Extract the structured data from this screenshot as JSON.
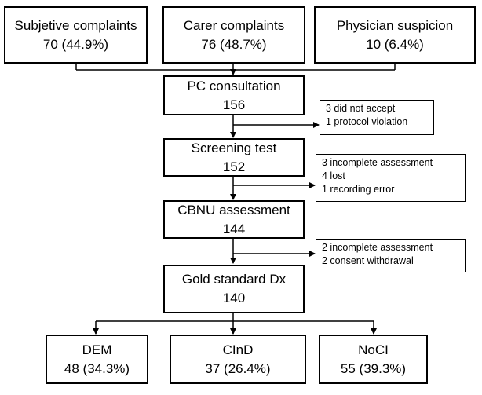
{
  "sources": [
    {
      "title": "Subjetive complaints",
      "value": "70 (44.9%)"
    },
    {
      "title": "Carer complaints",
      "value": "76 (48.7%)"
    },
    {
      "title": "Physician suspicion",
      "value": "10 (6.4%)"
    }
  ],
  "steps": [
    {
      "title": "PC consultation",
      "value": "156"
    },
    {
      "title": "Screening test",
      "value": "152"
    },
    {
      "title": "CBNU assessment",
      "value": "144"
    },
    {
      "title": "Gold standard Dx",
      "value": "140"
    }
  ],
  "exclusions": [
    [
      "3 did not accept",
      "1 protocol violation"
    ],
    [
      "3 incomplete assessment",
      "4 lost",
      "1 recording error"
    ],
    [
      "2 incomplete assessment",
      "2 consent withdrawal"
    ]
  ],
  "outcomes": [
    {
      "title": "DEM",
      "value": "48 (34.3%)"
    },
    {
      "title": "CInD",
      "value": "37 (26.4%)"
    },
    {
      "title": "NoCI",
      "value": "55 (39.3%)"
    }
  ]
}
